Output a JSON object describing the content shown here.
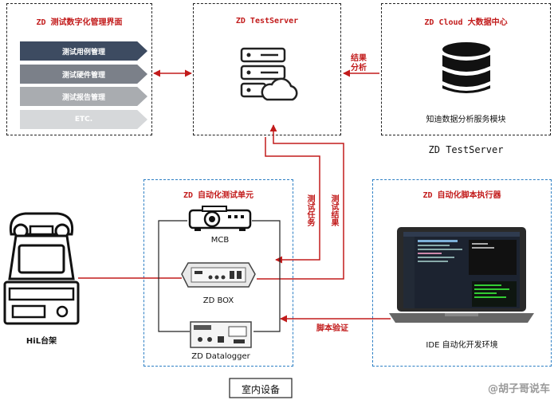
{
  "management_ui": {
    "title": "ZD 测试数字化管理界面",
    "items": [
      {
        "label": "测试用例管理",
        "color": "#3d4b61"
      },
      {
        "label": "测试硬件管理",
        "color": "#7b8089"
      },
      {
        "label": "测试报告管理",
        "color": "#a9acb0"
      },
      {
        "label": "ETC.",
        "color": "#d6d8da"
      }
    ]
  },
  "testserver": {
    "title": "ZD TestServer",
    "icon": "server-cloud-icon"
  },
  "cloud": {
    "title": "ZD Cloud 大数据中心",
    "module_label": "知迪数据分析服务模块",
    "caption": "ZD TestServer",
    "icon": "database-icon"
  },
  "arrows": {
    "result_analysis_line1": "结果",
    "result_analysis_line2": "分析",
    "test_task": "测试任务",
    "test_result": "测试结果",
    "script_verify": "脚本验证"
  },
  "automation_unit": {
    "title": "ZD 自动化测试单元",
    "mcb": "MCB",
    "zdbox": "ZD BOX",
    "datalogger": "ZD Datalogger"
  },
  "script_executor": {
    "title": "ZD 自动化脚本执行器",
    "caption": "IDE 自动化开发环境"
  },
  "hil": {
    "caption": "HiL台架"
  },
  "indoor": {
    "label": "室内设备"
  },
  "watermark": "@胡子哥说车",
  "colors": {
    "accent_red": "#c21b1b",
    "dash_blue": "#2c7fc4"
  }
}
